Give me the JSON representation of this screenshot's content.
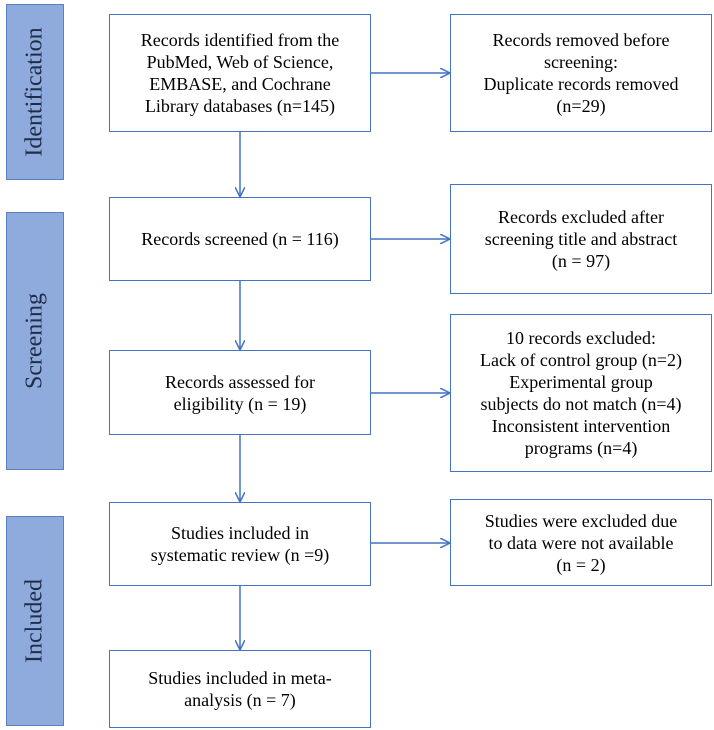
{
  "phases": {
    "identification": "Identification",
    "screening": "Screening",
    "included": "Included"
  },
  "boxes": {
    "records_identified": "Records identified from the\nPubMed, Web of Science,\nEMBASE, and Cochrane\nLibrary databases (n=145)",
    "removed_before_screening": "Records removed before\nscreening:\nDuplicate records removed\n(n=29)",
    "records_screened": "Records screened (n = 116)",
    "excluded_after_screening": "Records excluded after\nscreening title and abstract\n(n = 97)",
    "assessed_eligibility": "Records assessed for\neligibility (n = 19)",
    "excluded_reasons": "10 records excluded:\nLack of control group (n=2)\nExperimental group\nsubjects do not match (n=4)\nInconsistent intervention\nprograms (n=4)",
    "included_systematic_review": "Studies included in\nsystematic review (n =9)",
    "excluded_data_unavailable": "Studies were excluded due\nto data were not available\n(n = 2)",
    "included_meta_analysis": "Studies included in meta-\nanalysis (n = 7)"
  },
  "colors": {
    "phase_fill": "#8faadc",
    "box_border": "#4472c4",
    "arrow": "#4472c4"
  }
}
